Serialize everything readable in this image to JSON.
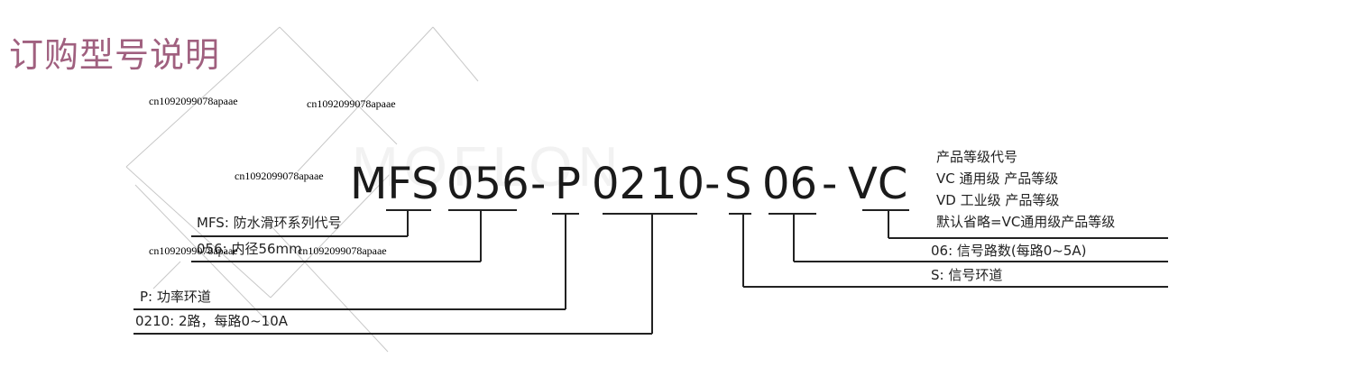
{
  "title": "订购型号说明",
  "background_watermark": "MOFLON",
  "watermarks": [
    "cn1092099078apaae",
    "cn1092099078apaae",
    "cn1092099078apaae",
    "cn1092099078apaae",
    "cn1092099078apaae"
  ],
  "model_code": {
    "mfs": "MFS",
    "size": "056",
    "dash1": "-",
    "p": "P",
    "num_02": "02",
    "num_10": "10-",
    "s": "S",
    "num_06": "06",
    "dash2": "-",
    "vc": "VC"
  },
  "grade_block": {
    "heading": "产品等级代号",
    "vc": "VC  通用级 产品等级",
    "vd": "VD  工业级 产品等级",
    "default": "默认省略=VC通用级产品等级"
  },
  "labels": {
    "mfs": "MFS: 防水滑环系列代号",
    "size": "056: 内径56mm",
    "power": "P: 功率环道",
    "power_detail": "0210: 2路，每路0~10A",
    "signal_count": "06: 信号路数(每路0~5A)",
    "signal": "S: 信号环道"
  }
}
